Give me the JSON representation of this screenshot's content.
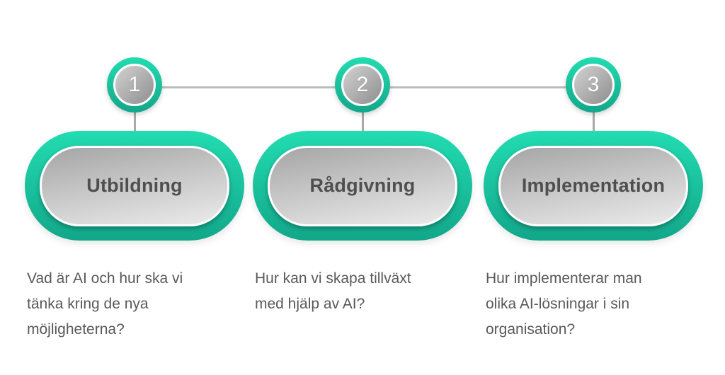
{
  "diagram": {
    "language": "sv",
    "steps": [
      {
        "number": "1",
        "title": "Utbildning",
        "description": "Vad är AI och hur ska vi\ntänka kring de nya\nmöjligheterna?"
      },
      {
        "number": "2",
        "title": "Rådgivning",
        "description": "Hur kan vi skapa tillväxt\nmed hjälp av AI?"
      },
      {
        "number": "3",
        "title": "Implementation",
        "description": "Hur implementerar man\nolika AI-lösningar i sin\norganisation?"
      }
    ]
  },
  "colors": {
    "teal_light": "#22DCB1",
    "teal_dark": "#12A78A",
    "line_gray": "#BCBCBC",
    "title_gray": "#4F4F4F",
    "text_gray": "#595959",
    "background": "#FFFFFF"
  }
}
